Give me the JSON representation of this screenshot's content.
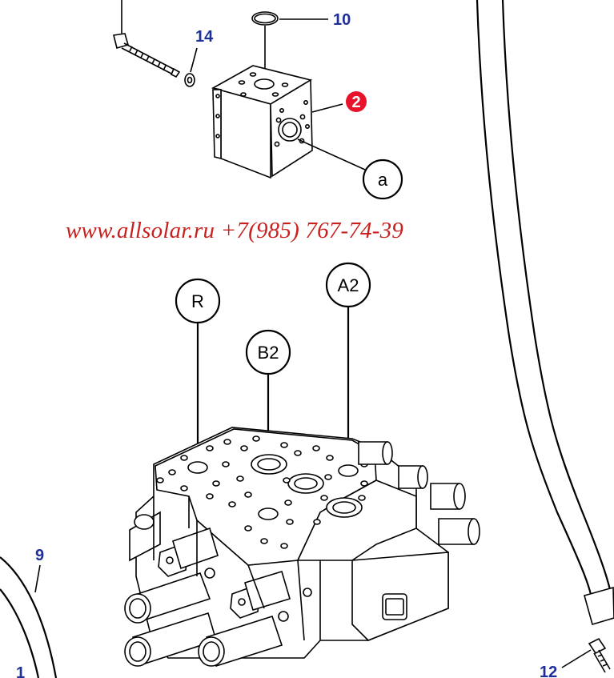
{
  "watermark": "www.allsolar.ru +7(985) 767-74-39",
  "part_numbers": {
    "p10": "10",
    "p14": "14",
    "p2": "2",
    "p9": "9",
    "p1": "1",
    "p12": "12"
  },
  "callouts": {
    "a": "a",
    "R": "R",
    "A2": "A2",
    "B2": "B2"
  },
  "colors": {
    "part_number": "#1f2f99",
    "highlight_badge": "#e8132b",
    "watermark": "#c8201e"
  }
}
